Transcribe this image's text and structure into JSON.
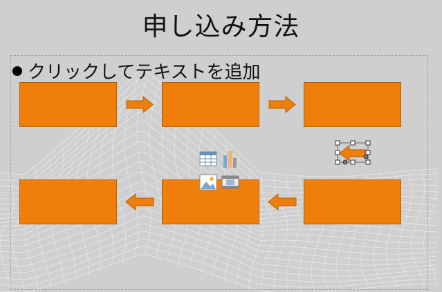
{
  "slide": {
    "title": "申し込み方法",
    "placeholder_bullet": "クリックしてテキストを追加"
  },
  "flow": {
    "box_color": "#f07f0a",
    "arrow_color": "#f07f0a",
    "row_top": [
      "box",
      "arrow-right",
      "box",
      "arrow-right",
      "box"
    ],
    "row_bottom": [
      "box",
      "arrow-left",
      "box",
      "arrow-left",
      "box"
    ],
    "selected_shape": "arrow-left"
  },
  "placeholder_icons": [
    "insert-table-icon",
    "insert-chart-icon",
    "insert-picture-icon",
    "insert-video-icon"
  ],
  "colors": {
    "background": "#cfcfcf",
    "mesh": "#ffffff",
    "text": "#111111"
  }
}
